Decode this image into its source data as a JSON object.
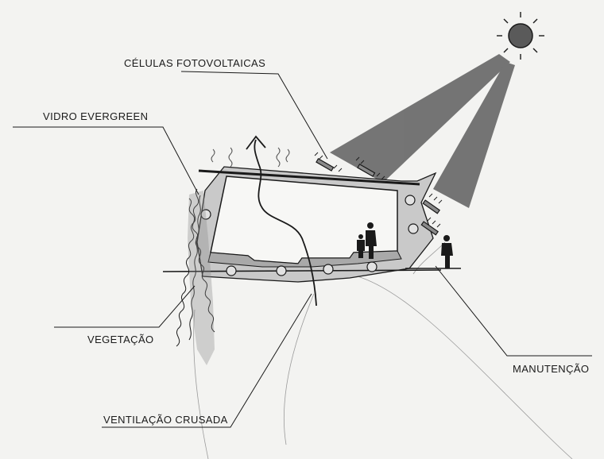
{
  "diagram": {
    "labels": {
      "celulas": "CÉLULAS FOTOVOLTAICAS",
      "vidro": "VIDRO EVERGREEN",
      "vegetacao": "VEGETAÇÃO",
      "ventilacao": "VENTILAÇÃO CRUSADA",
      "manutencao": "MANUTENÇÃO"
    },
    "colors": {
      "background": "#f3f3f1",
      "ink": "#1a1a1a",
      "structure": "#c9c9c9",
      "sun": "#5a5a5a",
      "rays": "#6e6e6e",
      "vegetation": "#8a8a8a"
    }
  }
}
